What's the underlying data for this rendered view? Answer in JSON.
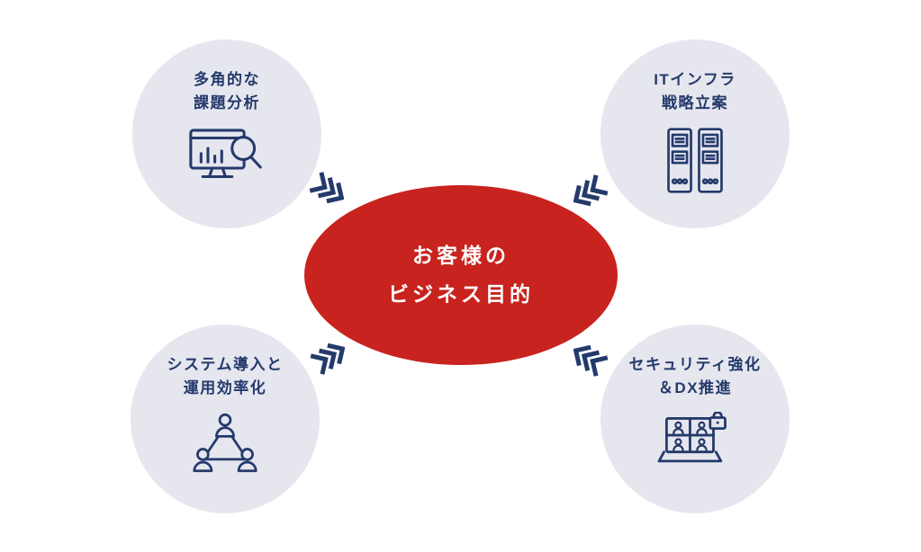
{
  "center": {
    "line1": "お客様の",
    "line2": "ビジネス目的"
  },
  "nodes": {
    "analysis": {
      "line1": "多角的な",
      "line2": "課題分析",
      "icon": "monitor-analysis-search-icon"
    },
    "infra": {
      "line1": "ITインフラ",
      "line2": "戦略立案",
      "icon": "server-rack-icon"
    },
    "system": {
      "line1": "システム導入と",
      "line2": "運用効率化",
      "icon": "people-network-icon"
    },
    "security": {
      "line1": "セキュリティ強化",
      "line2": "＆DX推進",
      "icon": "secure-video-laptop-icon"
    }
  },
  "colors": {
    "circle_bg": "#e6e6ef",
    "accent_red": "#c8231e",
    "navy": "#243a6b",
    "center_text": "#ffffff"
  }
}
